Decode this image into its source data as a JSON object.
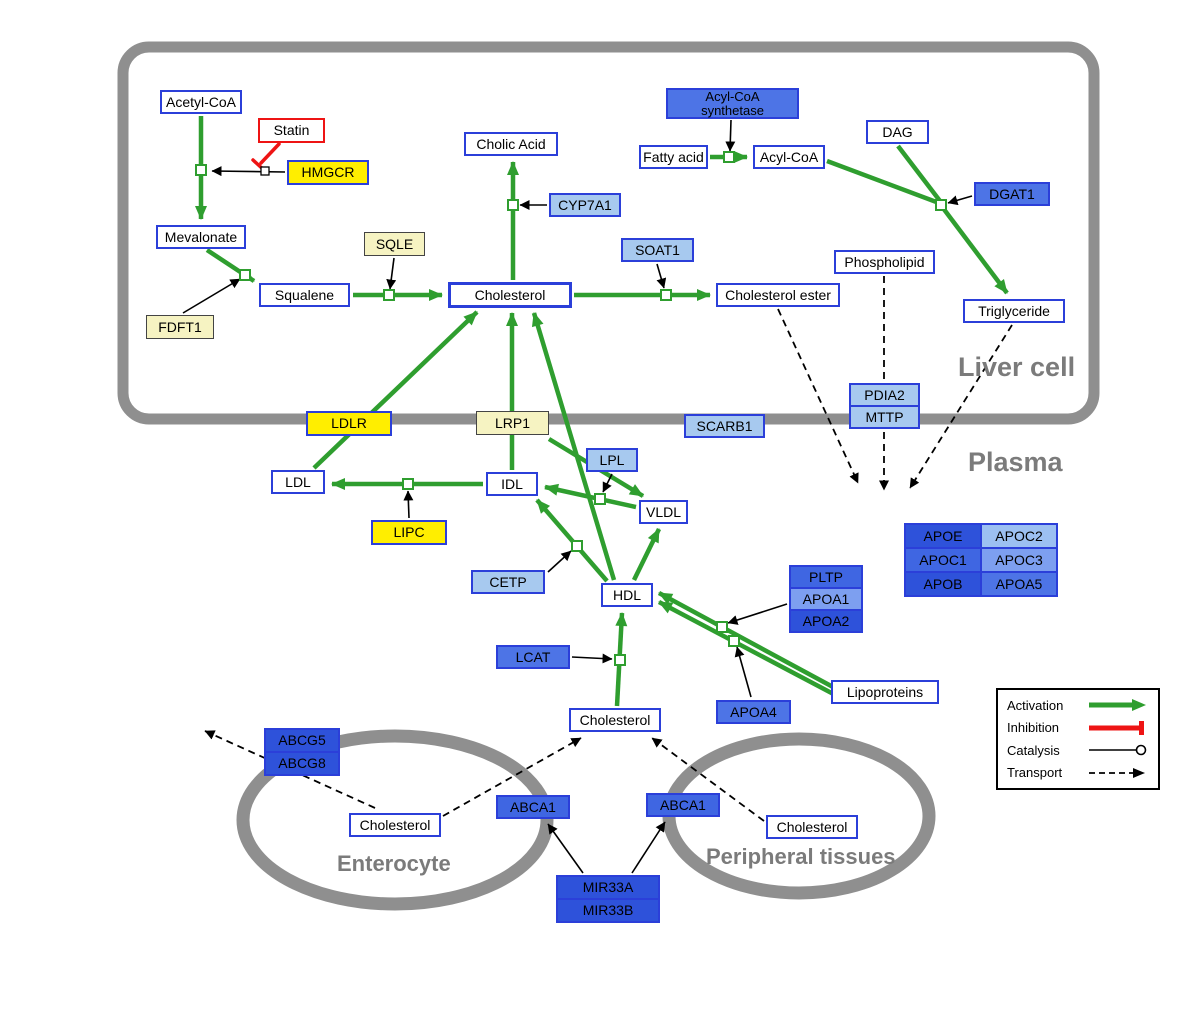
{
  "regions": {
    "liver": "Liver cell",
    "plasma": "Plasma",
    "enterocyte": "Enterocyte",
    "peripheral": "Peripheral tissues"
  },
  "nodes": {
    "acetyl_coa": "Acetyl-CoA",
    "statin": "Statin",
    "hmgcr": "HMGCR",
    "mevalonate": "Mevalonate",
    "fdft1": "FDFT1",
    "squalene": "Squalene",
    "sqle": "SQLE",
    "cholic_acid": "Cholic Acid",
    "cyp7a1": "CYP7A1",
    "cholesterol_liver": "Cholesterol",
    "soat1": "SOAT1",
    "cholesterol_ester": "Cholesterol ester",
    "acyl_coa_synthetase": "Acyl-CoA synthetase",
    "fatty_acid": "Fatty acid",
    "acyl_coa": "Acyl-CoA",
    "dag": "DAG",
    "dgat1": "DGAT1",
    "phospholipid": "Phospholipid",
    "triglyceride": "Triglyceride",
    "ldlr": "LDLR",
    "lrp1": "LRP1",
    "scarb1": "SCARB1",
    "pdia2": "PDIA2",
    "mttp": "MTTP",
    "ldl": "LDL",
    "idl": "IDL",
    "lpl": "LPL",
    "vldl": "VLDL",
    "lipc": "LIPC",
    "cetp": "CETP",
    "hdl": "HDL",
    "pltp": "PLTP",
    "apoa1": "APOA1",
    "apoa2": "APOA2",
    "apoe": "APOE",
    "apoc2": "APOC2",
    "apoc1": "APOC1",
    "apoc3": "APOC3",
    "apob": "APOB",
    "apoa5": "APOA5",
    "lcat": "LCAT",
    "apoa4": "APOA4",
    "lipoproteins": "Lipoproteins",
    "cholesterol_plasma": "Cholesterol",
    "abcg5": "ABCG5",
    "abcg8": "ABCG8",
    "cholesterol_enterocyte": "Cholesterol",
    "abca1_enterocyte": "ABCA1",
    "mir33a": "MIR33A",
    "mir33b": "MIR33B",
    "abca1_peripheral": "ABCA1",
    "cholesterol_peripheral": "Cholesterol"
  },
  "legend": {
    "activation": "Activation",
    "inhibition": "Inhibition",
    "catalysis": "Catalysis",
    "transport": "Transport"
  },
  "colors": {
    "activation": "#2f9e2f",
    "inhibition": "#ee1414",
    "blue_border": "#2b3fd9",
    "yellow": "#ffee00",
    "pale_yellow": "#f6f3c2",
    "light_blue": "#a7c9ef",
    "mid_blue": "#4d74e6",
    "mid_dark_blue": "#3f66e2",
    "dark_blue": "#2e52da",
    "lighter_blue": "#7d9ff0",
    "lightest_blue": "#9cc0f2",
    "membrane": "#8f8f8f",
    "region_label": "#7b7b7b"
  }
}
